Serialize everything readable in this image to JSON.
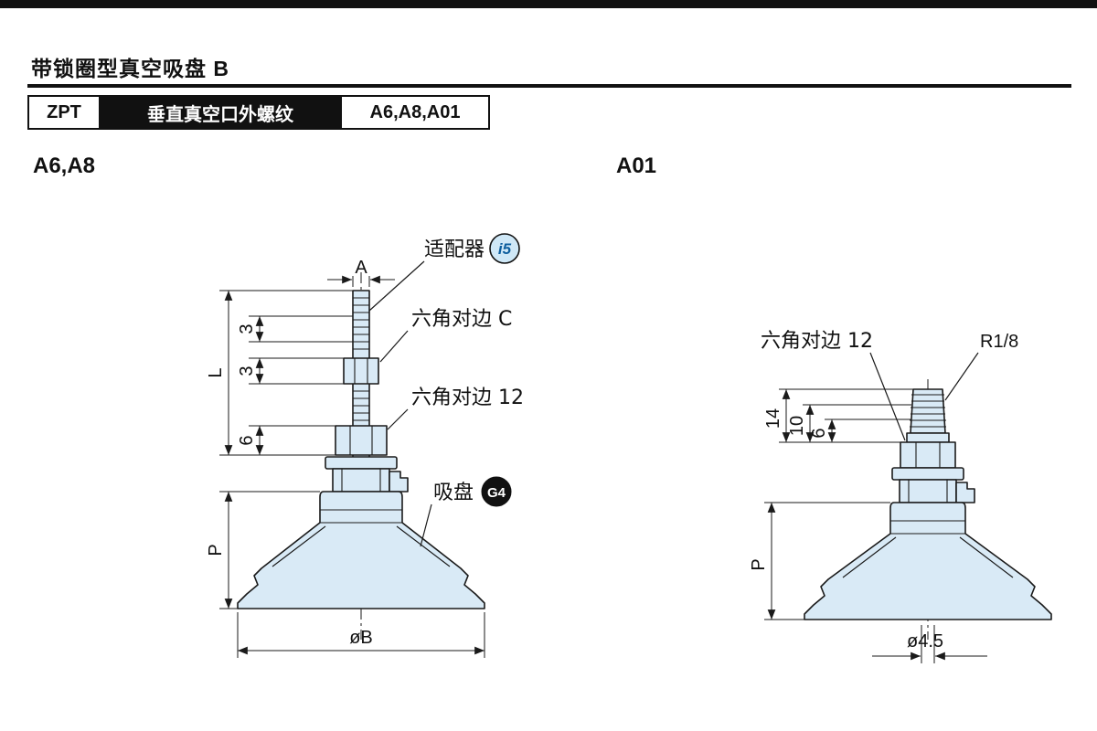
{
  "header": {
    "title": "带锁圈型真空吸盘 B",
    "tab_series": "ZPT",
    "tab_type": "垂直真空口外螺纹",
    "tab_models": "A6,A8,A01"
  },
  "sections": {
    "left": "A6,A8",
    "right": "A01"
  },
  "left": {
    "callout_adapter": "适配器",
    "badge_adapter": "i5",
    "callout_hex_c": "六角对边 C",
    "callout_hex_12": "六角对边 12",
    "callout_pad": "吸盘",
    "badge_pad": "G4",
    "dim_a": "A",
    "dim_3_top": "3",
    "dim_3_bottom": "3",
    "dim_l": "L",
    "dim_6": "6",
    "dim_p": "P",
    "dim_ob": "øB"
  },
  "right": {
    "callout_hex_12": "六角对边 12",
    "callout_thread": "R1/8",
    "dim_14": "14",
    "dim_10": "10",
    "dim_6": "6",
    "dim_p": "P",
    "dim_dia": "ø4.5"
  },
  "colors": {
    "part_fill": "#d9eaf6",
    "line": "#1a1a1a",
    "adapter_badge_bg": "#cfe8f7",
    "adapter_badge_text": "#0d5e9e",
    "pad_badge_bg": "#000000",
    "pad_badge_text": "#ffffff"
  }
}
